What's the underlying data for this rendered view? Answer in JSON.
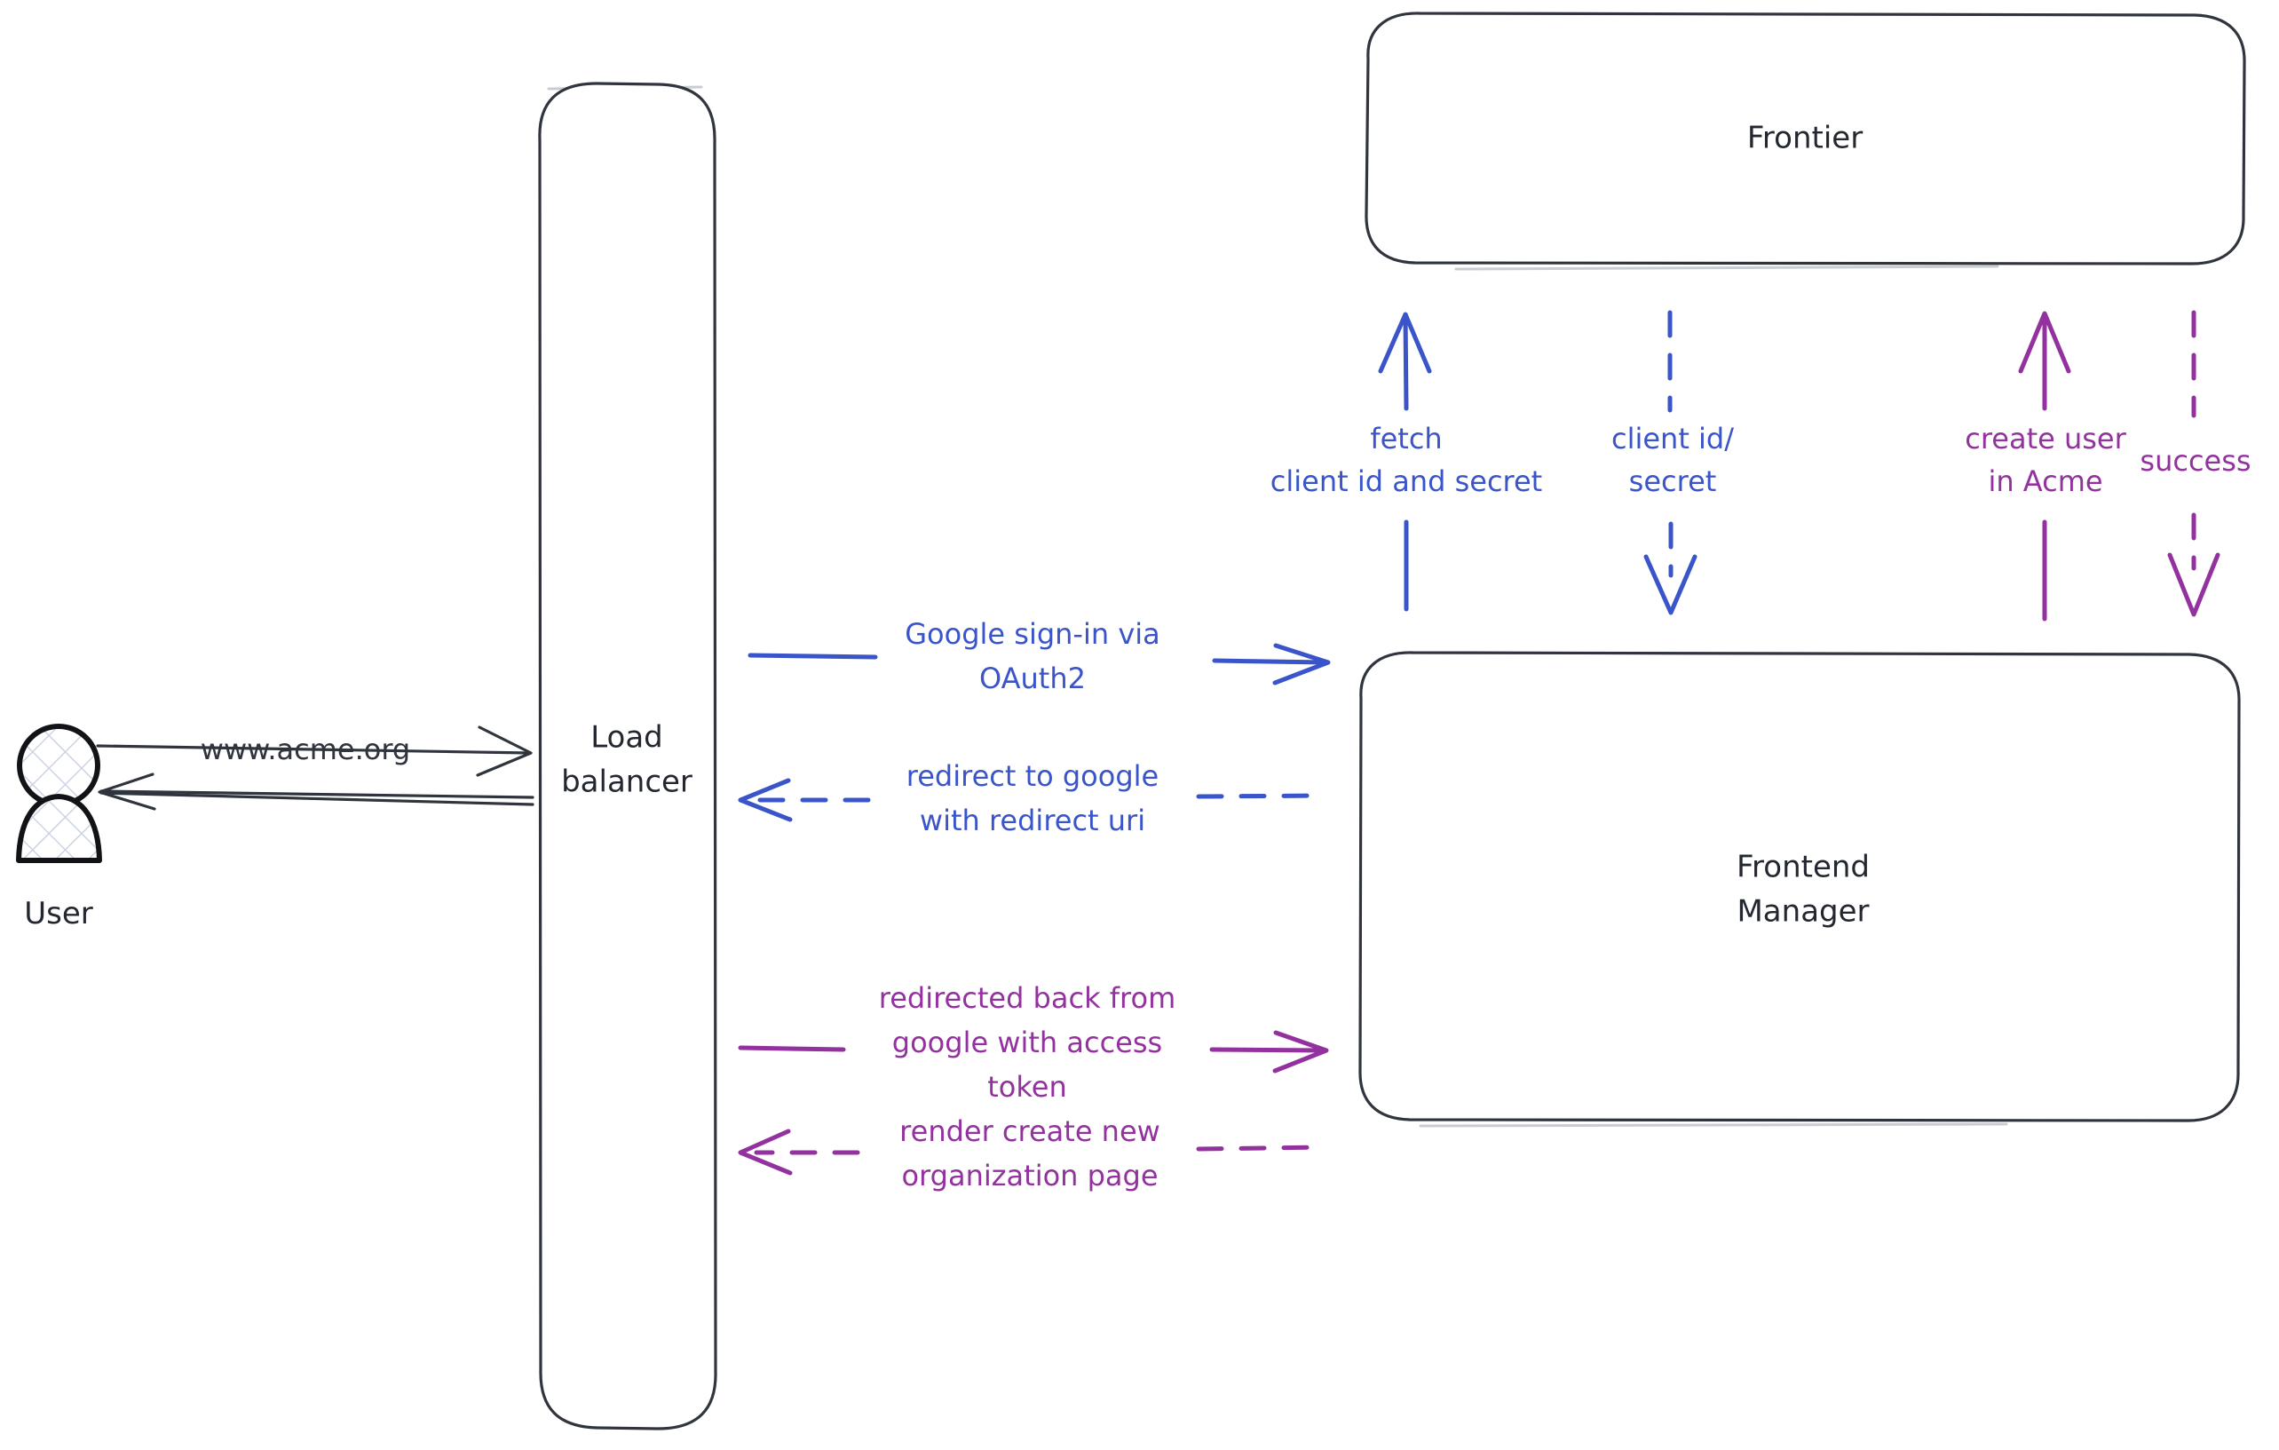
{
  "diagram": {
    "type": "architecture-sequence-diagram",
    "style": "hand-drawn",
    "background": "#ffffff",
    "colors": {
      "ink": "#2f343d",
      "blue": "#3a54c9",
      "purple": "#93329e",
      "shadow": "#c9ccd2"
    }
  },
  "actors": [
    {
      "id": "user",
      "label": "User",
      "icon": "person-icon"
    }
  ],
  "nodes": [
    {
      "id": "load-balancer",
      "label_line1": "Load",
      "label_line2": "balancer",
      "shape": "rounded-rectangle"
    },
    {
      "id": "frontier",
      "label": "Frontier",
      "shape": "rounded-rectangle"
    },
    {
      "id": "frontend-manager",
      "label_line1": "Frontend",
      "label_line2": "Manager",
      "shape": "rounded-rectangle"
    }
  ],
  "edges": [
    {
      "id": "user-to-lb",
      "label": "www.acme.org",
      "color": "#2f343d",
      "style": "solid",
      "direction": "right",
      "from": "user",
      "to": "load-balancer"
    },
    {
      "id": "lb-to-user",
      "label": "",
      "color": "#2f343d",
      "style": "solid",
      "direction": "left",
      "from": "load-balancer",
      "to": "user"
    },
    {
      "id": "fm-to-frontier-fetch",
      "label_line1": "fetch",
      "label_line2": "client id and secret",
      "color": "#3a54c9",
      "style": "solid",
      "direction": "up",
      "from": "frontend-manager",
      "to": "frontier"
    },
    {
      "id": "frontier-to-fm-credentials",
      "label_line1": "client id/",
      "label_line2": "secret",
      "color": "#3a54c9",
      "style": "dashed",
      "direction": "down",
      "from": "frontier",
      "to": "frontend-manager"
    },
    {
      "id": "fm-to-frontier-create-user",
      "label_line1": "create user",
      "label_line2": "in Acme",
      "color": "#93329e",
      "style": "solid",
      "direction": "up",
      "from": "frontend-manager",
      "to": "frontier"
    },
    {
      "id": "frontier-to-fm-success",
      "label": "success",
      "color": "#93329e",
      "style": "dashed",
      "direction": "down",
      "from": "frontier",
      "to": "frontend-manager"
    },
    {
      "id": "lb-to-fm-signin",
      "label_line1": "Google sign-in via",
      "label_line2": "OAuth2",
      "color": "#3a54c9",
      "style": "solid",
      "direction": "right",
      "from": "load-balancer",
      "to": "frontend-manager"
    },
    {
      "id": "fm-to-lb-redirect",
      "label_line1": "redirect to google",
      "label_line2": "with redirect uri",
      "color": "#3a54c9",
      "style": "dashed",
      "direction": "left",
      "from": "frontend-manager",
      "to": "load-balancer"
    },
    {
      "id": "lb-to-fm-token",
      "label_line1": "redirected back from",
      "label_line2": "google with access",
      "label_line3": "token",
      "color": "#93329e",
      "style": "solid",
      "direction": "right",
      "from": "load-balancer",
      "to": "frontend-manager"
    },
    {
      "id": "fm-to-lb-render",
      "label_line1": "render create new",
      "label_line2": "organization page",
      "color": "#93329e",
      "style": "dashed",
      "direction": "left",
      "from": "frontend-manager",
      "to": "load-balancer"
    }
  ]
}
